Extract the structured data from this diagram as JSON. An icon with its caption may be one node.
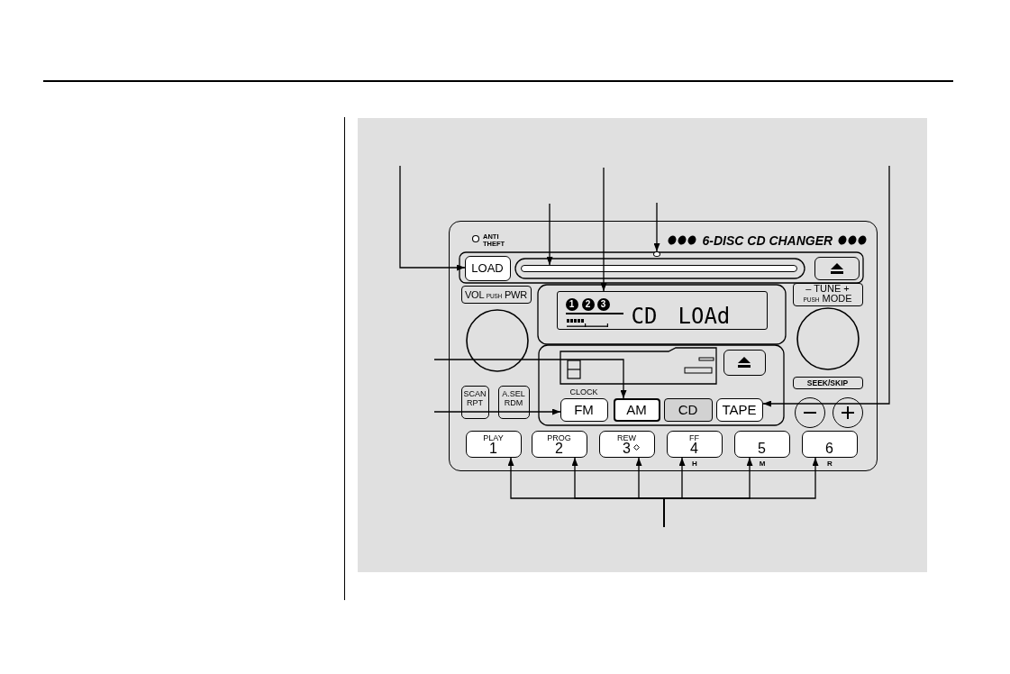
{
  "diagram": {
    "nodes": [
      {
        "text": [
          "6-DISC CD CHANGER"
        ]
      },
      {
        "text": [],
        "shape": "circle",
        "in": 0
      },
      {
        "text": [
          "LOAD"
        ],
        "in": 0
      },
      {
        "text": [],
        "shape": "bar",
        "in": 0
      },
      {
        "text": [],
        "shape": "box",
        "in": 0
      },
      {
        "text": [
          "VOL $_{PUSH}$ PWR"
        ],
        "in": 0
      },
      {
        "text": [
          "1",
          "2",
          "3",
          "CD",
          "LOAd"
        ],
        "in": 0
      },
      {
        "text": [
          "– TUNE +",
          "$_{PUSH}$ MODE"
        ],
        "in": 0
      },
      {
        "text": [],
        "shape": "box",
        "in": 0
      },
      {
        "text": [
          "SCAN",
          "RPT"
        ],
        "in": 0
      },
      {
        "text": [
          "A.SEL",
          "RDM"
        ],
        "in": 0
      },
      {
        "text": [
          "SEEK/SKIP"
        ],
        "in": 0
      },
      {
        "text": [
          "FM"
        ],
        "beside": [
          "CLOCK"
        ],
        "in": 0
      },
      {
        "text": [
          "AM"
        ],
        "in": 0
      },
      {
        "text": [
          "CD"
        ],
        "in": 0
      },
      {
        "text": [
          "TAPE"
        ],
        "in": 0
      },
      {
        "text": [],
        "shape": "circle",
        "in": 0
      },
      {
        "text": [],
        "shape": "circle",
        "in": 0
      },
      {
        "text": [
          "PLAY",
          "1"
        ],
        "in": 0
      },
      {
        "text": [
          "PROG",
          "2"
        ],
        "in": 0
      },
      {
        "text": [
          "REW",
          "3"
        ],
        "in": 0
      },
      {
        "text": [
          "FF",
          "4"
        ],
        "beside": [
          "H"
        ],
        "in": 0
      },
      {
        "text": [
          "5"
        ],
        "beside": [
          "M"
        ],
        "in": 0
      },
      {
        "text": [
          "6"
        ],
        "beside": [
          "R"
        ],
        "in": 0
      }
    ],
    "edges": [
      {
        "from": null,
        "to": 2,
        "arrow": "to"
      },
      {
        "from": null,
        "to": 3,
        "arrow": "to"
      },
      {
        "from": null,
        "to": 6,
        "arrow": "to"
      },
      {
        "from": null,
        "to": 1,
        "arrow": "to"
      },
      {
        "from": null,
        "to": 15,
        "arrow": "to"
      },
      {
        "from": null,
        "to": 13,
        "arrow": "to"
      },
      {
        "from": null,
        "to": 12,
        "arrow": "to"
      },
      {
        "from": null,
        "to": 18,
        "arrow": "to"
      },
      {
        "from": null,
        "to": 19,
        "arrow": "to"
      },
      {
        "from": null,
        "to": 20,
        "arrow": "to"
      },
      {
        "from": null,
        "to": 21,
        "arrow": "to"
      },
      {
        "from": null,
        "to": 22,
        "arrow": "to"
      },
      {
        "from": null,
        "to": 23,
        "arrow": "to"
      }
    ],
    "labels": [
      "ANTI THEFT"
    ]
  }
}
